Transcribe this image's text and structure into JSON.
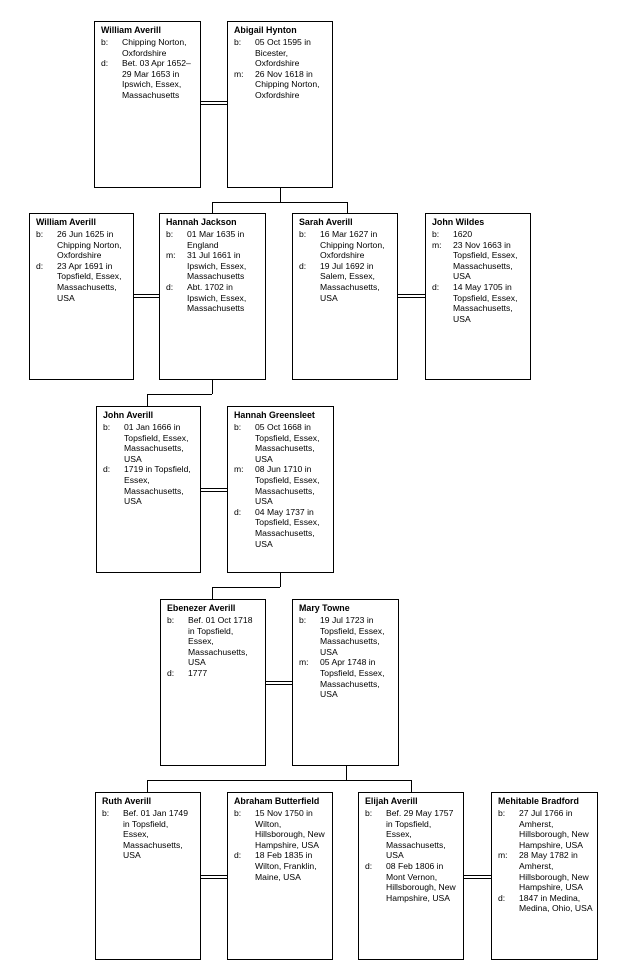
{
  "gen1": [
    {
      "name": "William Averill",
      "events": [
        {
          "label": "b:",
          "text": "Chipping Norton, Oxfordshire"
        },
        {
          "label": "d:",
          "text": "Bet. 03 Apr 1652–29 Mar 1653 in Ipswich, Essex, Massachusetts"
        }
      ]
    },
    {
      "name": "Abigail Hynton",
      "events": [
        {
          "label": "b:",
          "text": "05 Oct 1595 in Bicester, Oxfordshire"
        },
        {
          "label": "m:",
          "text": "26 Nov 1618 in Chipping Norton, Oxfordshire"
        }
      ]
    }
  ],
  "gen2": [
    {
      "name": "William Averill",
      "events": [
        {
          "label": "b:",
          "text": "26 Jun 1625 in Chipping Norton, Oxfordshire"
        },
        {
          "label": "d:",
          "text": "23 Apr 1691 in Topsfield, Essex, Massachusetts, USA"
        }
      ]
    },
    {
      "name": "Hannah Jackson",
      "events": [
        {
          "label": "b:",
          "text": "01 Mar 1635 in England"
        },
        {
          "label": "m:",
          "text": "31 Jul 1661 in Ipswich, Essex, Massachusetts"
        },
        {
          "label": "d:",
          "text": "Abt. 1702 in Ipswich, Essex, Massachusetts"
        }
      ]
    },
    {
      "name": "Sarah Averill",
      "events": [
        {
          "label": "b:",
          "text": "16 Mar 1627 in Chipping Norton, Oxfordshire"
        },
        {
          "label": "d:",
          "text": "19 Jul 1692 in Salem, Essex, Massachusetts, USA"
        }
      ]
    },
    {
      "name": "John Wildes",
      "events": [
        {
          "label": "b:",
          "text": "1620"
        },
        {
          "label": "m:",
          "text": "23 Nov 1663 in Topsfield, Essex, Massachusetts, USA"
        },
        {
          "label": "d:",
          "text": "14 May 1705 in Topsfield, Essex, Massachusetts, USA"
        }
      ]
    }
  ],
  "gen3": [
    {
      "name": "John Averill",
      "events": [
        {
          "label": "b:",
          "text": "01 Jan 1666 in Topsfield, Essex, Massachusetts, USA"
        },
        {
          "label": "d:",
          "text": "1719 in Topsfield, Essex, Massachusetts, USA"
        }
      ]
    },
    {
      "name": "Hannah Greensleet",
      "events": [
        {
          "label": "b:",
          "text": "05 Oct 1668 in Topsfield, Essex, Massachusetts, USA"
        },
        {
          "label": "m:",
          "text": "08 Jun 1710 in Topsfield, Essex, Massachusetts, USA"
        },
        {
          "label": "d:",
          "text": "04 May 1737 in Topsfield, Essex, Massachusetts, USA"
        }
      ]
    }
  ],
  "gen4": [
    {
      "name": "Ebenezer Averill",
      "events": [
        {
          "label": "b:",
          "text": "Bef. 01 Oct 1718 in Topsfield, Essex, Massachusetts, USA"
        },
        {
          "label": "d:",
          "text": "1777"
        }
      ]
    },
    {
      "name": "Mary Towne",
      "events": [
        {
          "label": "b:",
          "text": "19 Jul 1723 in Topsfield, Essex, Massachusetts, USA"
        },
        {
          "label": "m:",
          "text": "05 Apr 1748 in Topsfield, Essex, Massachusetts, USA"
        }
      ]
    }
  ],
  "gen5": [
    {
      "name": "Ruth Averill",
      "events": [
        {
          "label": "b:",
          "text": "Bef. 01 Jan 1749 in Topsfield, Essex, Massachusetts, USA"
        }
      ]
    },
    {
      "name": "Abraham Butterfield",
      "events": [
        {
          "label": "b:",
          "text": "15 Nov 1750 in Wilton, Hillsborough, New Hampshire, USA"
        },
        {
          "label": "d:",
          "text": "18 Feb 1835 in Wilton, Franklin, Maine, USA"
        }
      ]
    },
    {
      "name": "Elijah Averill",
      "events": [
        {
          "label": "b:",
          "text": "Bef. 29 May 1757 in Topsfield, Essex, Massachusetts, USA"
        },
        {
          "label": "d:",
          "text": "08 Feb 1806 in Mont Vernon, Hillsborough, New Hampshire, USA"
        }
      ]
    },
    {
      "name": "Mehitable Bradford",
      "events": [
        {
          "label": "b:",
          "text": "27 Jul 1766 in Amherst, Hillsborough, New Hampshire, USA"
        },
        {
          "label": "m:",
          "text": "28 May 1782 in Amherst, Hillsborough, New Hampshire, USA"
        },
        {
          "label": "d:",
          "text": "1847 in Medina, Medina, Ohio, USA"
        }
      ]
    }
  ]
}
